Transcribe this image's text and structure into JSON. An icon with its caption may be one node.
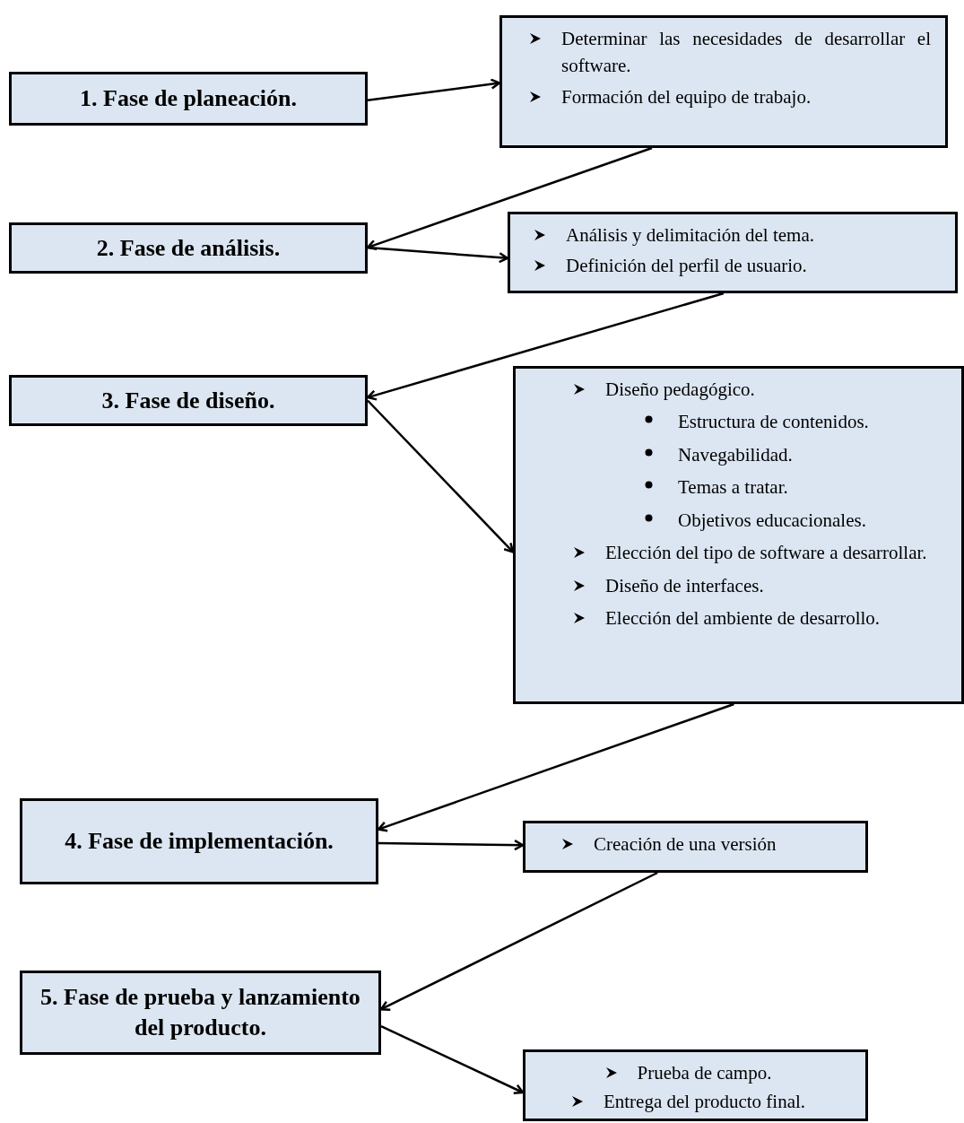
{
  "diagram": {
    "nodes": [
      {
        "text": [
          "1.   Fase de planeación."
        ]
      },
      {
        "text": [
          "Determinar las necesidades de desarrollar el software.",
          "Formación del equipo de trabajo."
        ]
      },
      {
        "text": [
          "2. Fase de análisis."
        ]
      },
      {
        "text": [
          "Análisis y delimitación del tema.",
          "Definición del perfil de usuario."
        ]
      },
      {
        "text": [
          "3. Fase de diseño."
        ]
      },
      {
        "text": [
          "Diseño pedagógico.",
          "Estructura de contenidos.",
          "Navegabilidad.",
          "Temas a tratar.",
          "Objetivos educacionales.",
          "Elección del tipo de software a desarrollar.",
          "Diseño de interfaces.",
          "Elección del ambiente de desarrollo."
        ]
      },
      {
        "text": [
          "4. Fase de implementación."
        ]
      },
      {
        "text": [
          "Creación de una versión"
        ]
      },
      {
        "text": [
          "5. Fase de prueba y lanzamiento del producto."
        ]
      },
      {
        "text": [
          "Prueba de campo.",
          "Entrega del producto final."
        ]
      }
    ],
    "edges": [
      {
        "from": 0,
        "to": 1,
        "arrow": "to"
      },
      {
        "from": 1,
        "to": 2,
        "arrow": "to"
      },
      {
        "from": 2,
        "to": 3,
        "arrow": "to"
      },
      {
        "from": 3,
        "to": 4,
        "arrow": "to"
      },
      {
        "from": 4,
        "to": 5,
        "arrow": "to"
      },
      {
        "from": 5,
        "to": 6,
        "arrow": "to"
      },
      {
        "from": 6,
        "to": 7,
        "arrow": "to"
      },
      {
        "from": 7,
        "to": 8,
        "arrow": "to"
      },
      {
        "from": 8,
        "to": 9,
        "arrow": "to"
      }
    ]
  }
}
